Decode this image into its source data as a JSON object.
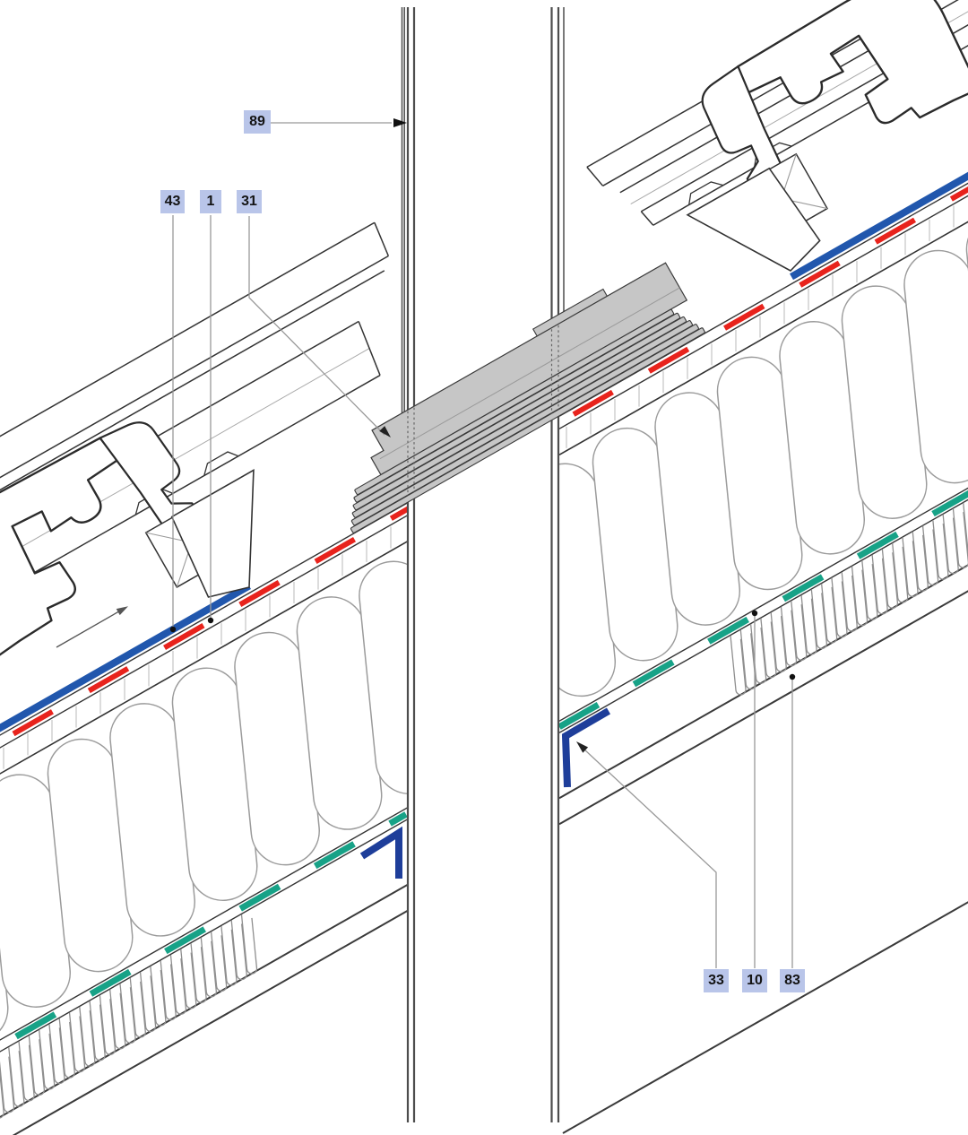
{
  "figure": {
    "type": "roof-flue-penetration-section-detail",
    "callouts": [
      {
        "ref": "89"
      },
      {
        "ref": "43"
      },
      {
        "ref": "1"
      },
      {
        "ref": "31"
      },
      {
        "ref": "33"
      },
      {
        "ref": "10"
      },
      {
        "ref": "83"
      }
    ],
    "colors": {
      "outer_membrane_blue": "#2157ad",
      "sealing_tape_red": "#e8231c",
      "inner_membrane_green": "#17a287",
      "angle_profile_blue": "#1e3e9a",
      "callout_bg": "#b9c5e9",
      "board_fill": "#c6c6c6",
      "line_dark": "#333333",
      "line_light": "#cccccc"
    }
  }
}
